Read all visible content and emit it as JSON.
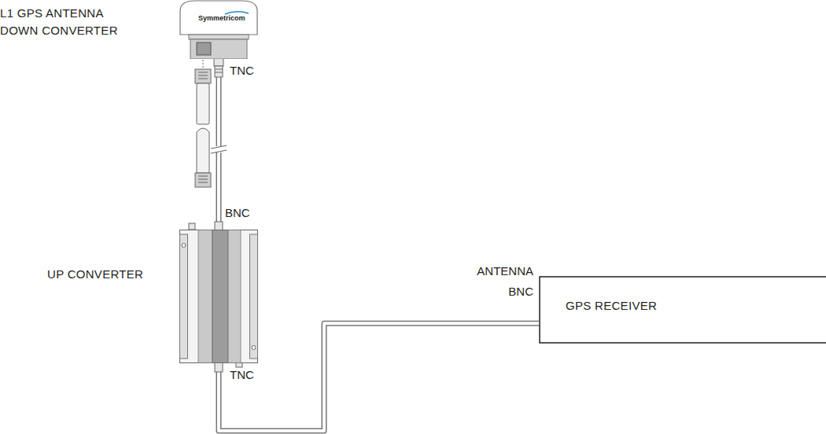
{
  "diagram": {
    "nodes": [
      {
        "text": [
          "L1 GPS ANTENNA DOWN CONVERTER",
          "Symmetricom"
        ]
      },
      {
        "text": [
          "UP CONVERTER"
        ]
      },
      {
        "text": [
          "GPS RECEIVER"
        ]
      }
    ],
    "edges": [
      {
        "from": 0,
        "to": 1,
        "arrow": "none"
      },
      {
        "from": 1,
        "to": 2,
        "arrow": "none"
      }
    ],
    "labels": [
      "TNC",
      "BNC",
      "TNC",
      "ANTENNA",
      "BNC"
    ]
  }
}
